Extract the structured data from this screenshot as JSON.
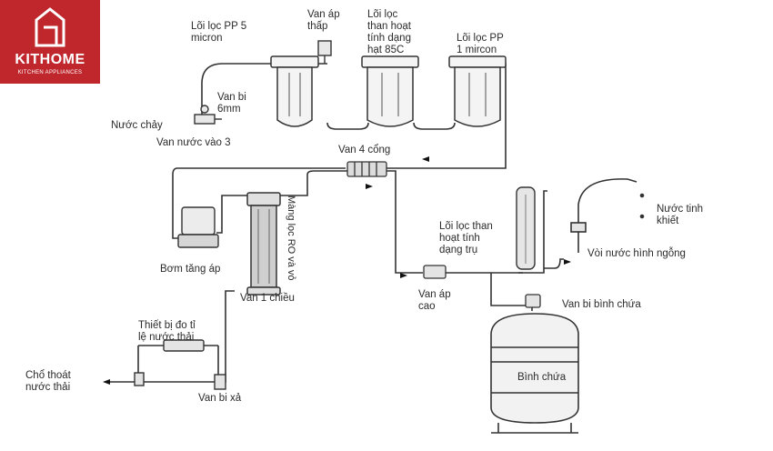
{
  "brand": {
    "name": "KITHOME",
    "tagline": "KITCHEN APPLIANCES",
    "color": "#c0272d"
  },
  "labels": {
    "pp5": [
      "Lõi lọc PP 5",
      "micron"
    ],
    "low_pressure_valve": [
      "Van áp",
      "thấp"
    ],
    "carbon_85c": [
      "Lõi lọc",
      "than hoạt",
      "tính dạng",
      "hạt 85C"
    ],
    "pp1": [
      "Lõi lọc PP",
      "1 mircon"
    ],
    "ball_valve_6mm": [
      "Van bi",
      "6mm"
    ],
    "water_in": "Nước chảy",
    "inlet_valve": "Van nước vào 3",
    "four_way_valve": "Van 4 cổng",
    "booster_pump": "Bơm tăng áp",
    "ro_membrane": "Màng lọc RO và vỏ",
    "check_valve": "Van 1 chiều",
    "carbon_block": [
      "Lõi lọc than",
      "hoạt tính",
      "dạng trụ"
    ],
    "high_pressure_valve": [
      "Van áp",
      "cao"
    ],
    "pure_water": [
      "Nước tinh",
      "khiết"
    ],
    "gooseneck_faucet": "Vòi nước hình ngỗng",
    "tank_ball_valve": "Van bi bình chứa",
    "flow_meter": [
      "Thiết bị đo tỉ",
      "lệ nước thải"
    ],
    "drain": [
      "Chổ thoát",
      "nước thải"
    ],
    "flush_valve": "Van bi xả",
    "tank": "Bình chứa"
  }
}
